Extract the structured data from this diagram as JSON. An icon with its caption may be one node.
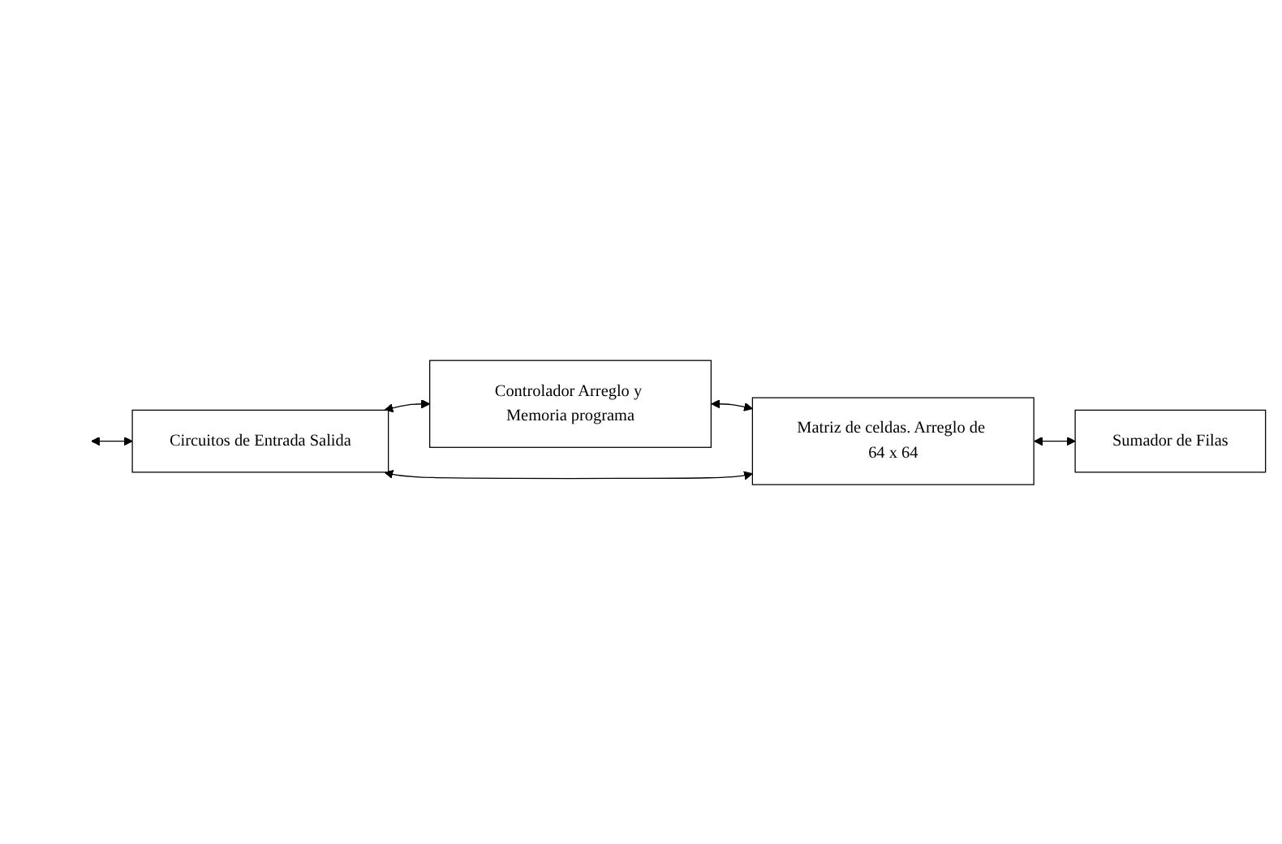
{
  "diagram": {
    "nodes": [
      {
        "text": [
          "Circuitos de Entrada Salida"
        ]
      },
      {
        "text": [
          "Controlador Arreglo y Memoria programa"
        ]
      },
      {
        "text": [
          "Matriz de celdas. Arreglo de 64 x 64"
        ]
      },
      {
        "text": [
          "Sumador de Filas"
        ]
      }
    ],
    "edges": [
      {
        "from": null,
        "to": 0,
        "arrow": "both"
      },
      {
        "from": 0,
        "to": 1,
        "arrow": "both"
      },
      {
        "from": 1,
        "to": 2,
        "arrow": "both"
      },
      {
        "from": 0,
        "to": 2,
        "arrow": "both"
      },
      {
        "from": 2,
        "to": 3,
        "arrow": "both"
      }
    ]
  }
}
